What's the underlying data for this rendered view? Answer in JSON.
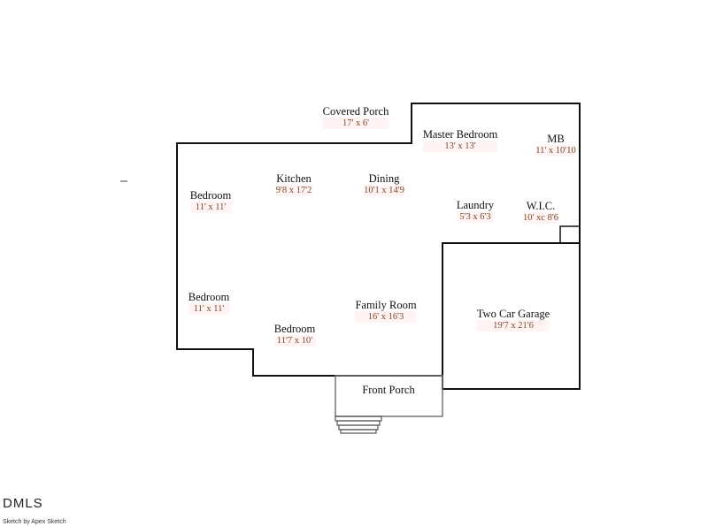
{
  "rooms": [
    {
      "name": "Covered Porch",
      "dim": "17' x 6'"
    },
    {
      "name": "Master Bedroom",
      "dim": "13' x 13'"
    },
    {
      "name": "MB",
      "dim": "11' x 10'10"
    },
    {
      "name": "Kitchen",
      "dim": "9'8 x 17'2"
    },
    {
      "name": "Dining",
      "dim": "10'1 x 14'9"
    },
    {
      "name": "Bedroom",
      "dim": "11' x 11'"
    },
    {
      "name": "Laundry",
      "dim": "5'3 x 6'3"
    },
    {
      "name": "W.I.C.",
      "dim": "10' xc 8'6"
    },
    {
      "name": "Bedroom",
      "dim": "11' x 11'"
    },
    {
      "name": "Family Room",
      "dim": "16' x 16'3"
    },
    {
      "name": "Two Car Garage",
      "dim": "19'7 x 21'6"
    },
    {
      "name": "Bedroom",
      "dim": "11'7 x 10'"
    },
    {
      "name": "Front Porch",
      "dim": ""
    }
  ],
  "footer": {
    "logo": "DMLS",
    "credit": "Sketch by Apex Sketch"
  },
  "colors": {
    "walls": "#111111",
    "porch": "#777777",
    "dimension_text": "#7a4a2a"
  }
}
